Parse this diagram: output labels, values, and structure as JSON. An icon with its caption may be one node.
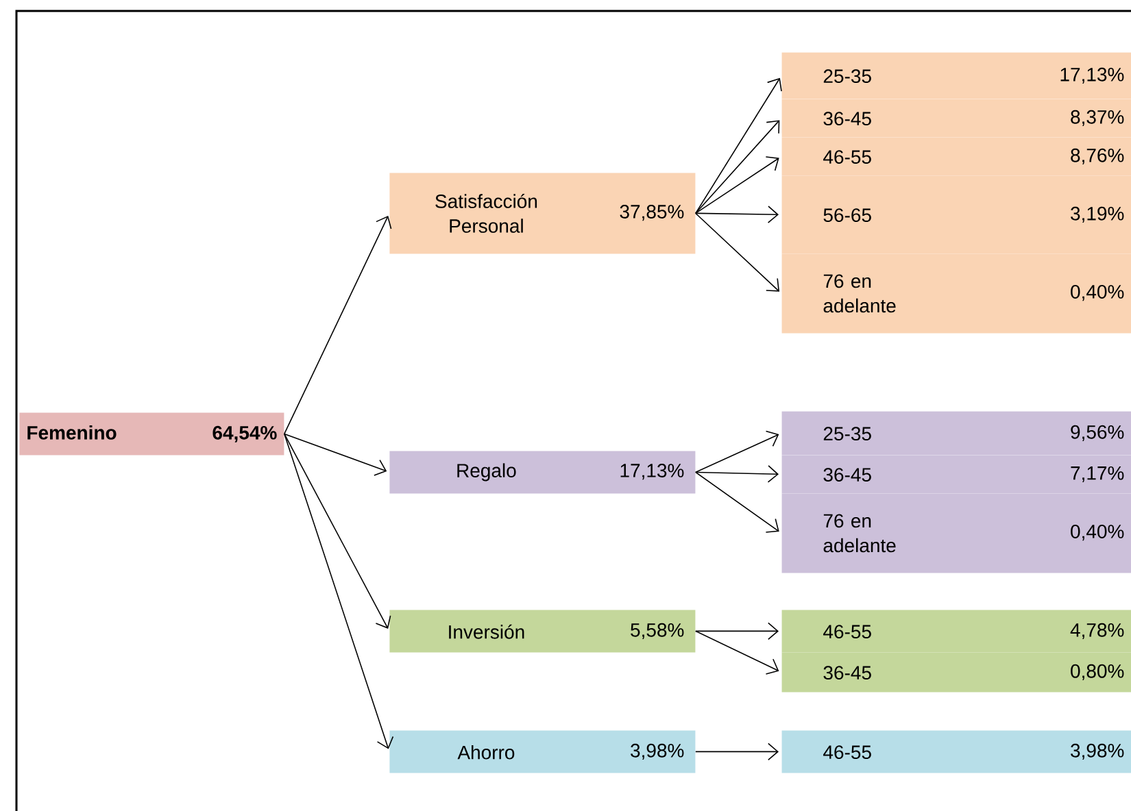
{
  "diagram": {
    "nodes": [
      {
        "text": [
          "Femenino",
          "64,54%"
        ]
      },
      {
        "text": [
          "Satisfacción Personal",
          "37,85%"
        ]
      },
      {
        "text": [
          "Regalo",
          "17,13%"
        ]
      },
      {
        "text": [
          "Inversión",
          "5,58%"
        ]
      },
      {
        "text": [
          "Ahorro",
          "3,98%"
        ]
      },
      {
        "text": [
          "25-35",
          "17,13%"
        ]
      },
      {
        "text": [
          "36-45",
          "8,37%"
        ]
      },
      {
        "text": [
          "46-55",
          "8,76%"
        ]
      },
      {
        "text": [
          "56-65",
          "3,19%"
        ]
      },
      {
        "text": [
          "76 en adelante",
          "0,40%"
        ]
      },
      {
        "text": [
          "25-35",
          "9,56%"
        ]
      },
      {
        "text": [
          "36-45",
          "7,17%"
        ]
      },
      {
        "text": [
          "76 en adelante",
          "0,40%"
        ]
      },
      {
        "text": [
          "46-55",
          "4,78%"
        ]
      },
      {
        "text": [
          "36-45",
          "0,80%"
        ]
      },
      {
        "text": [
          "46-55",
          "3,98%"
        ]
      }
    ],
    "edges": [
      {
        "from": 0,
        "to": 1,
        "arrow": "to"
      },
      {
        "from": 0,
        "to": 2,
        "arrow": "to"
      },
      {
        "from": 0,
        "to": 3,
        "arrow": "to"
      },
      {
        "from": 0,
        "to": 4,
        "arrow": "to"
      },
      {
        "from": 1,
        "to": 5,
        "arrow": "to"
      },
      {
        "from": 1,
        "to": 6,
        "arrow": "to"
      },
      {
        "from": 1,
        "to": 7,
        "arrow": "to"
      },
      {
        "from": 1,
        "to": 8,
        "arrow": "to"
      },
      {
        "from": 1,
        "to": 9,
        "arrow": "to"
      },
      {
        "from": 2,
        "to": 10,
        "arrow": "to"
      },
      {
        "from": 2,
        "to": 11,
        "arrow": "to"
      },
      {
        "from": 2,
        "to": 12,
        "arrow": "to"
      },
      {
        "from": 3,
        "to": 13,
        "arrow": "to"
      },
      {
        "from": 3,
        "to": 14,
        "arrow": "to"
      },
      {
        "from": 4,
        "to": 15,
        "arrow": "to"
      }
    ]
  }
}
